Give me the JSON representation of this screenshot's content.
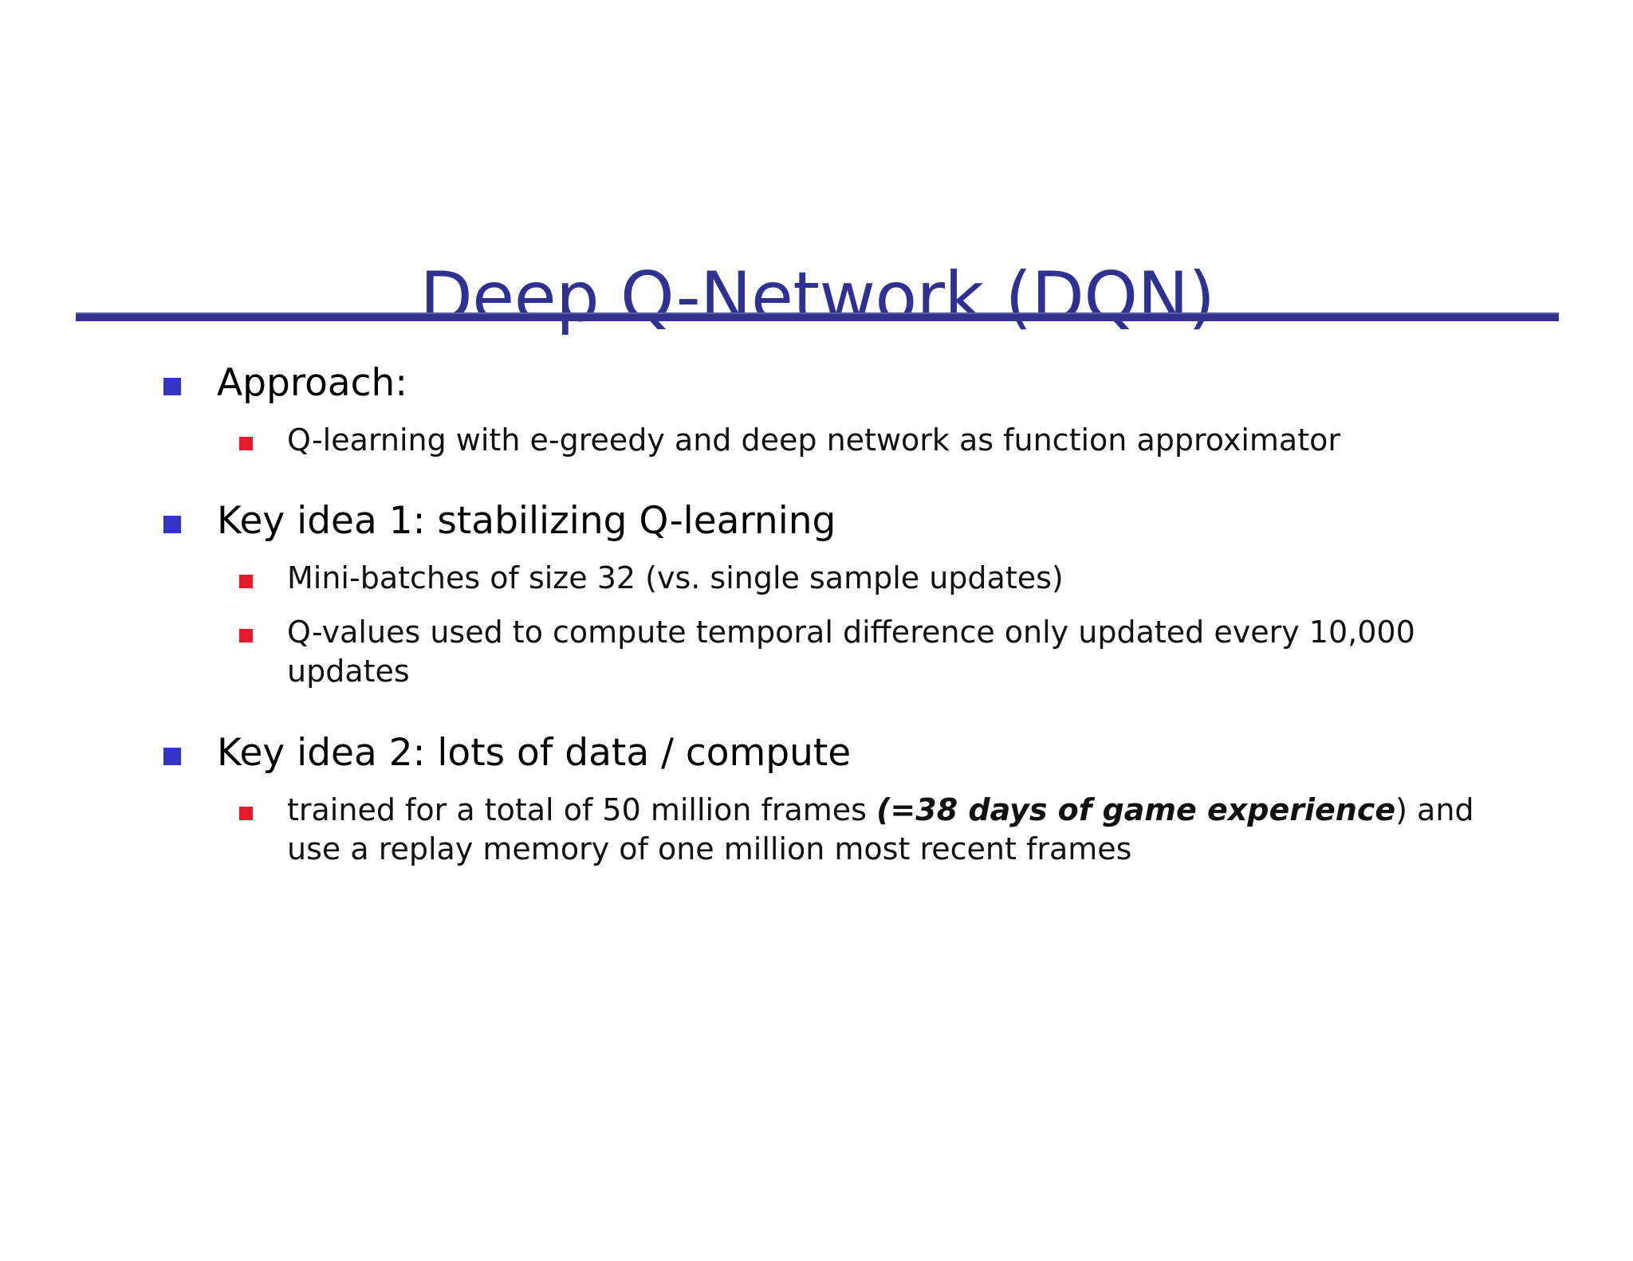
{
  "slide": {
    "title": "Deep Q-Network (DQN)",
    "title_color": "#2E3192",
    "rule_color": "#33348E",
    "background": "#ffffff",
    "bullet_level1_color": "#3333CC",
    "bullet_level2_color": "#E8192C",
    "body_text_color": "#000000",
    "sections": [
      {
        "heading": "Approach:",
        "items": [
          {
            "pre": "Q-learning with e-greedy and deep network as function approximator",
            "emphasis": "",
            "post": ""
          }
        ]
      },
      {
        "heading": "Key idea 1: stabilizing Q-learning",
        "items": [
          {
            "pre": "Mini-batches of size 32 (vs. single sample updates)",
            "emphasis": "",
            "post": ""
          },
          {
            "pre": "Q-values used to compute temporal difference only updated every 10,000 updates",
            "emphasis": "",
            "post": ""
          }
        ]
      },
      {
        "heading": "Key idea 2: lots of data / compute",
        "items": [
          {
            "pre": "trained for a total of 50 million frames ",
            "emphasis": "(=38 days of game experience",
            "post": ") and use a replay memory of one million most recent frames"
          }
        ]
      }
    ]
  }
}
